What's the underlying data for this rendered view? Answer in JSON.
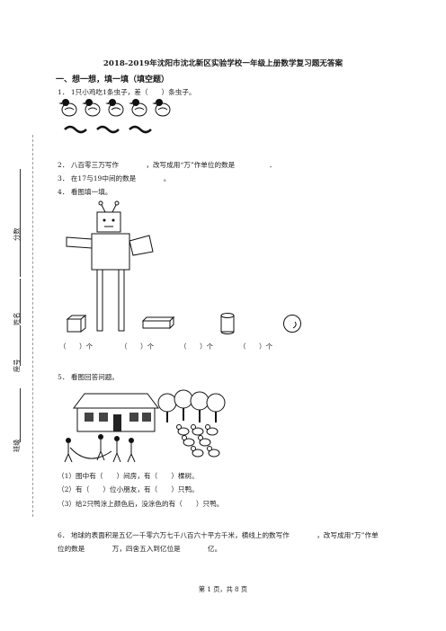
{
  "title": "2018-2019年沈阳市沈北新区实验学校一年级上册数学复习题无答案",
  "section1_heading": "一、想一想，填一填（填空题）",
  "q1": "1． 1只小鸡吃1条虫子，差（　　）条虫子。",
  "q2": "2． 八百零三万写作　　　　，改写成用“万”作单位的数是　　　　　．",
  "q3": "3． 在17与19中间的数是　　　　。",
  "q4": "4． 看图填一填。",
  "q4_blanks": [
    "（　　）个",
    "（　　）个",
    "（　　）个",
    "（　　）个"
  ],
  "q5": "5． 看图回答问题。",
  "q5_sub1": "（1）图中有（　　）间房，有（　　）棵树。",
  "q5_sub2": "（2）有（　　）位小朋友，有（　　）只鸭。",
  "q5_sub3": "（3）给2只鸭涂上颜色后，没涂色的有（　　）只鸭。",
  "q6_line1": "6． 地球的表面积是五亿一千零六万七千八百六十平方千米，横线上的数写作　　　　，改写成用“万”作单",
  "q6_line2": "位的数是　　　　万，四舍五入到亿位是　　　　亿。",
  "side": {
    "score": "分数",
    "name": "姓名",
    "seat": "座号",
    "class": "班级"
  },
  "footer": "第 1 页，共 8 页",
  "icons": [
    "chick-icon",
    "worm-icon",
    "robot-figure",
    "cube-icon",
    "cuboid-icon",
    "cylinder-icon",
    "sphere-icon",
    "house-icon",
    "tree-icon",
    "duck-icon",
    "child-icon"
  ]
}
